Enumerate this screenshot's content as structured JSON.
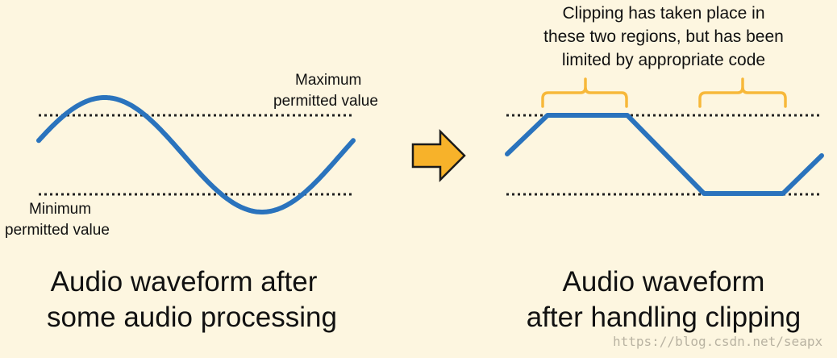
{
  "labels": {
    "max_line1": "Maximum",
    "max_line2": "permitted value",
    "min_line1": "Minimum",
    "min_line2": "permitted value",
    "annotation_line1": "Clipping has taken place in",
    "annotation_line2": "these two regions, but has been",
    "annotation_line3": "limited by appropriate code"
  },
  "captions": {
    "left_line1": "Audio waveform after",
    "left_line2": "some audio processing",
    "right_line1": "Audio waveform",
    "right_line2": "after handling clipping"
  },
  "watermark": "https://blog.csdn.net/seapx",
  "colors": {
    "background": "#fdf6e0",
    "waveform": "#2a73bd",
    "arrow": "#f7b22a",
    "bracket": "#f7b83a",
    "threshold": "#222222"
  }
}
